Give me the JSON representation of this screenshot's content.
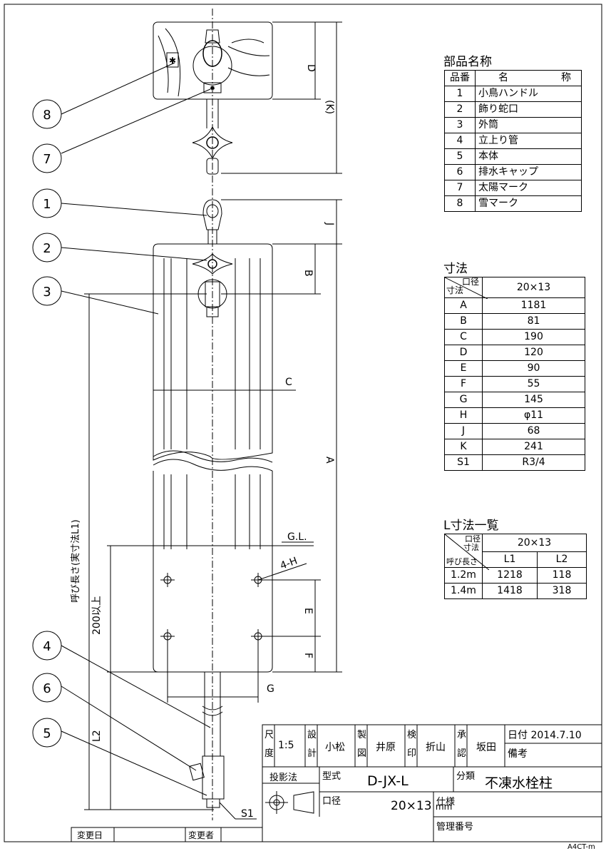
{
  "parts_title": "部品名称",
  "parts_header": {
    "no": "品番",
    "name1": "名",
    "name2": "称"
  },
  "parts": [
    {
      "no": "1",
      "name": "小鳥ハンドル"
    },
    {
      "no": "2",
      "name": "飾り蛇口"
    },
    {
      "no": "3",
      "name": "外筒"
    },
    {
      "no": "4",
      "name": "立上り管"
    },
    {
      "no": "5",
      "name": "本体"
    },
    {
      "no": "6",
      "name": "排水キャップ"
    },
    {
      "no": "7",
      "name": "太陽マーク"
    },
    {
      "no": "8",
      "name": "雪マーク"
    }
  ],
  "dims_title": "寸法",
  "dims_header": {
    "top": "口径",
    "bottom": "寸法",
    "value": "20×13"
  },
  "dims": [
    {
      "k": "A",
      "v": "1181"
    },
    {
      "k": "B",
      "v": "81"
    },
    {
      "k": "C",
      "v": "190"
    },
    {
      "k": "D",
      "v": "120"
    },
    {
      "k": "E",
      "v": "90"
    },
    {
      "k": "F",
      "v": "55"
    },
    {
      "k": "G",
      "v": "145"
    },
    {
      "k": "H",
      "v": "φ11"
    },
    {
      "k": "J",
      "v": "68"
    },
    {
      "k": "K",
      "v": "241"
    },
    {
      "k": "S1",
      "v": "R3/4"
    }
  ],
  "l_title": "L寸法一覧",
  "l_header": {
    "top": "口径",
    "mid": "寸法",
    "bottom": "呼び長さ",
    "size": "20×13",
    "l1": "L1",
    "l2": "L2"
  },
  "l_rows": [
    {
      "name": "1.2m",
      "l1": "1218",
      "l2": "118"
    },
    {
      "name": "1.4m",
      "l1": "1418",
      "l2": "318"
    }
  ],
  "callouts": [
    "1",
    "2",
    "3",
    "4",
    "5",
    "6",
    "7",
    "8"
  ],
  "dim_labels": {
    "A": "A",
    "B": "B",
    "C": "C",
    "D": "D",
    "E": "E",
    "F": "F",
    "G": "G",
    "J": "J",
    "K": "(K)",
    "S1": "S1",
    "H": "4-H",
    "GL": "G.L.",
    "L2": "L2",
    "min200": "200以上",
    "nominal": "呼び長さ(実寸法L1)"
  },
  "title_block": {
    "scale_label": "尺度",
    "scale": "1:5",
    "design_label": "設計",
    "designer": "小松",
    "drawn_label": "製図",
    "drafter": "井原",
    "check_label": "検印",
    "checker": "折山",
    "approve_label": "承認",
    "approver": "坂田",
    "date": "日付 2014.7.10",
    "remarks": "備考",
    "projection_label": "投影法",
    "model_label": "型式",
    "model": "D-JX-L",
    "class_label": "分類",
    "class": "不凍水栓柱",
    "bore_label": "口径",
    "bore": "20×13",
    "bore_unit": "mm",
    "spec_label": "仕様",
    "control_label": "管理番号",
    "change_date": "変更日",
    "changer": "変更者",
    "sheet_code": "A4CT-m"
  }
}
